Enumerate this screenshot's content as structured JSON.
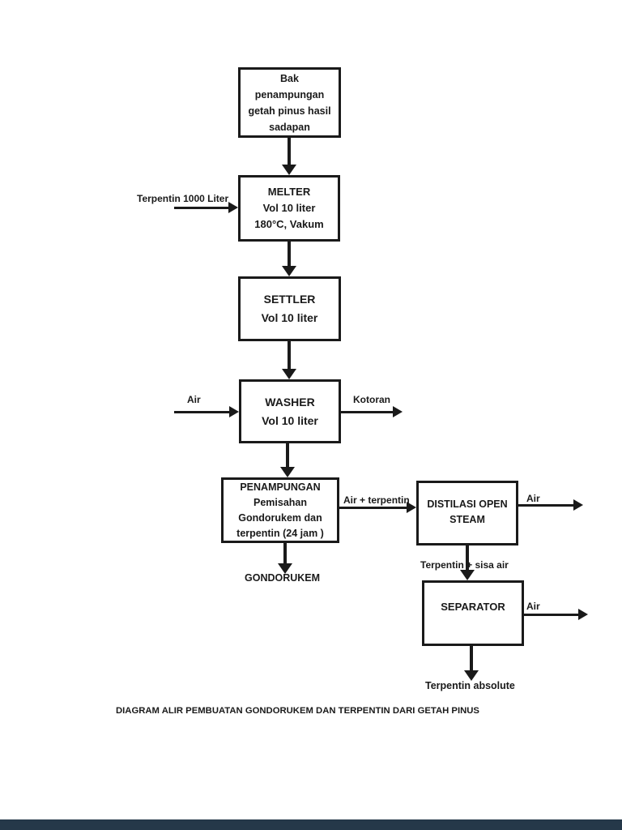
{
  "diagram": {
    "caption": "DIAGRAM ALIR PEMBUATAN GONDORUKEM DAN TERPENTIN DARI GETAH PINUS",
    "nodes": {
      "bak": {
        "lines": [
          "Bak",
          "penampungan",
          "getah pinus hasil",
          "sadapan"
        ]
      },
      "melter": {
        "lines": [
          "MELTER",
          "Vol 10 liter",
          "180°C, Vakum"
        ]
      },
      "settler": {
        "lines": [
          "SETTLER",
          "Vol 10 liter"
        ]
      },
      "washer": {
        "lines": [
          "WASHER",
          "Vol 10 liter"
        ]
      },
      "penampungan": {
        "lines": [
          "PENAMPUNGAN",
          "Pemisahan",
          "Gondorukem dan",
          "terpentin (24 jam )"
        ]
      },
      "distilasi": {
        "lines": [
          "DISTILASI OPEN",
          "STEAM"
        ]
      },
      "separator": {
        "lines": [
          "SEPARATOR"
        ]
      }
    },
    "labels": {
      "terpentin_input": "Terpentin 1000 Liter",
      "air_in": "Air",
      "kotoran": "Kotoran",
      "air_terpentin": "Air + terpentin",
      "air_out_distilasi": "Air",
      "gondorukem": "GONDORUKEM",
      "terpentin_sisa_air": "Terpentin + sisa air",
      "air_out_separator": "Air",
      "terpentin_absolute": "Terpentin absolute"
    },
    "colors": {
      "line": "#1a1a1a",
      "text": "#1a1a1a",
      "background": "#ffffff",
      "footer_bar": "#253849"
    }
  }
}
